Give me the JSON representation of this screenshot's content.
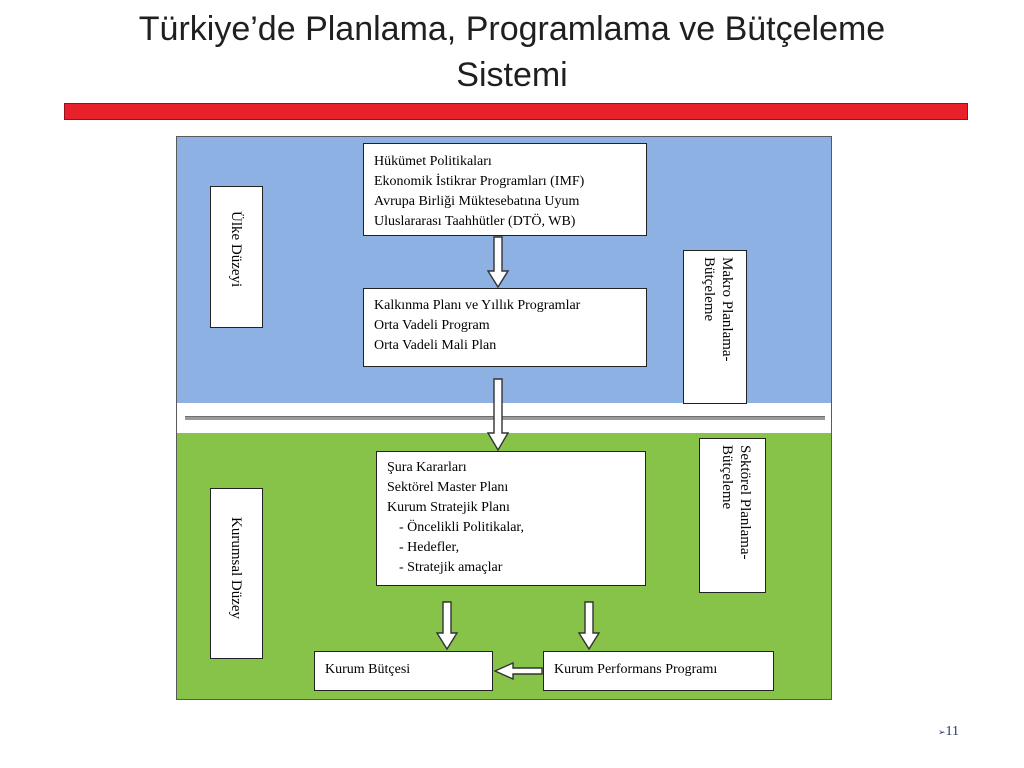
{
  "title": {
    "line1": "Türkiye’de Planlama, Programlama ve Bütçeleme",
    "line2": "Sistemi"
  },
  "colors": {
    "accent_bar": "#e8202a",
    "macro_zone": "#8db1e2",
    "institutional_zone": "#88c349"
  },
  "diagram": {
    "left_labels": {
      "country_level": "Ülke Düzeyi",
      "institutional_level": "Kurumsal Düzey"
    },
    "right_labels": {
      "macro": [
        "Makro Planlama-",
        "Bütçeleme"
      ],
      "sectoral": [
        "Sektörel Planlama-",
        "Bütçeleme"
      ]
    },
    "boxes": {
      "government_policies": [
        "Hükümet Politikaları",
        "Ekonomik İstikrar Programları (IMF)",
        "Avrupa Birliği Müktesebatına Uyum",
        "Uluslararası Taahhütler (DTÖ, WB)"
      ],
      "development_plan": [
        "Kalkınma Planı ve Yıllık Programlar",
        "Orta Vadeli Program",
        "Orta Vadeli Mali Plan"
      ],
      "council_decisions": [
        "Şura Kararları",
        "Sektörel Master Planı",
        "Kurum Stratejik Planı"
      ],
      "council_sub_items": [
        "- Öncelikli Politikalar,",
        "- Hedefler,",
        "- Stratejik amaçlar"
      ],
      "institution_budget": "Kurum Bütçesi",
      "performance_program": "Kurum Performans Programı"
    }
  },
  "footer": {
    "page_marker": "➢",
    "page_number": "11"
  }
}
